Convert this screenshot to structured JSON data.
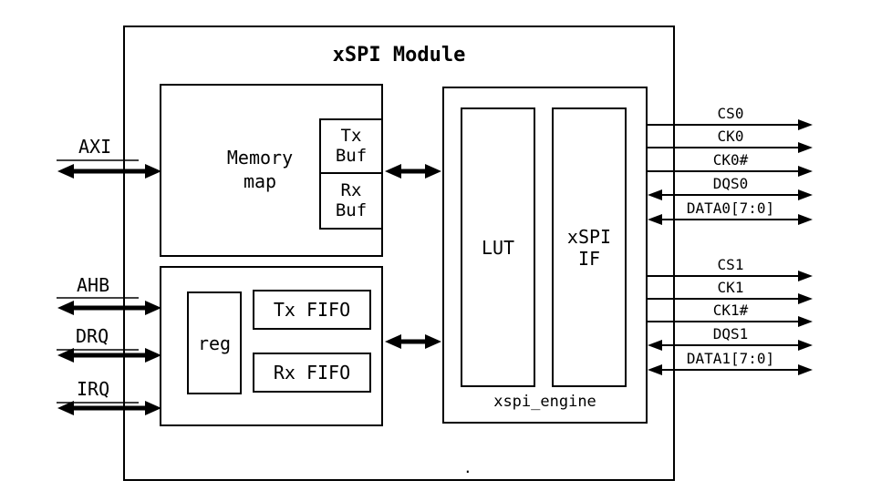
{
  "module_title": "xSPI Module",
  "blocks": {
    "memory_map": "Memory\nmap",
    "tx_buf": "Tx\nBuf",
    "rx_buf": "Rx\nBuf",
    "reg": "reg",
    "tx_fifo": "Tx FIFO",
    "rx_fifo": "Rx FIFO",
    "lut": "LUT",
    "xspi_if": "xSPI\nIF",
    "engine_label": "xspi_engine"
  },
  "ports": {
    "left": [
      {
        "label": "AXI",
        "direction": "bidirectional"
      },
      {
        "label": "AHB",
        "direction": "bidirectional"
      },
      {
        "label": "DRQ",
        "direction": "bidirectional"
      },
      {
        "label": "IRQ",
        "direction": "bidirectional"
      }
    ],
    "right": [
      {
        "label": "CS0",
        "direction": "out"
      },
      {
        "label": "CK0",
        "direction": "out"
      },
      {
        "label": "CK0#",
        "direction": "out"
      },
      {
        "label": "DQS0",
        "direction": "bidirectional"
      },
      {
        "label": "DATA0[7:0]",
        "direction": "bidirectional"
      },
      {
        "label": "CS1",
        "direction": "out"
      },
      {
        "label": "CK1",
        "direction": "out"
      },
      {
        "label": "CK1#",
        "direction": "out"
      },
      {
        "label": "DQS1",
        "direction": "bidirectional"
      },
      {
        "label": "DATA1[7:0]",
        "direction": "bidirectional"
      }
    ]
  },
  "stray_dot": ".",
  "colors": {
    "line": "#000000",
    "background": "#ffffff"
  }
}
